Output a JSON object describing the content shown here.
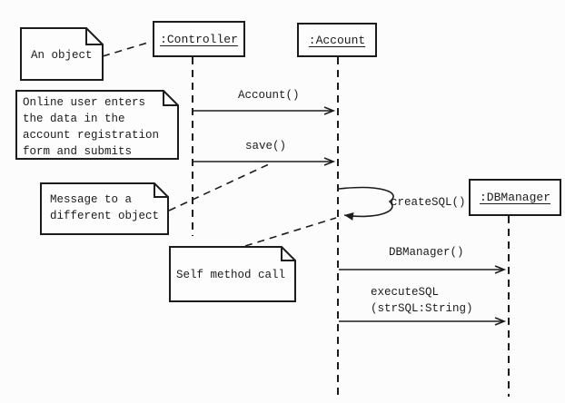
{
  "diagram": {
    "type": "uml-sequence-diagram",
    "actors": [
      {
        "label": ":Controller"
      },
      {
        "label": ":Account"
      },
      {
        "label": ":DBManager"
      }
    ],
    "notes": [
      {
        "text": "An object"
      },
      {
        "text": "Online user enters\nthe data in the\naccount registration\nform and submits"
      },
      {
        "text": "Message to a\ndifferent object"
      },
      {
        "text": "Self method call"
      }
    ],
    "messages": [
      {
        "label": "Account()"
      },
      {
        "label": "save()"
      },
      {
        "label": "createSQL()"
      },
      {
        "label": "DBManager()"
      },
      {
        "label": "executeSQL\n(strSQL:String)"
      }
    ],
    "colors": {
      "line": "#1c1c1c",
      "background": "#fcfcfc",
      "note_fill": "#fdfdfd"
    }
  }
}
